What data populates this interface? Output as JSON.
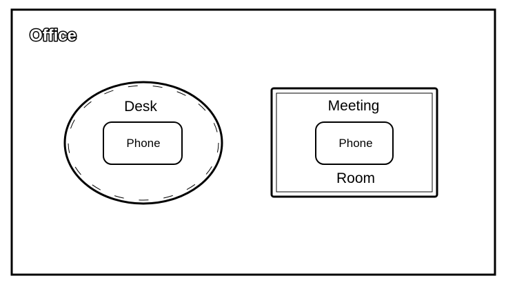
{
  "diagram": {
    "frame": {
      "title": "Office"
    },
    "desk": {
      "label": "Desk",
      "phone": "Phone"
    },
    "meeting_room": {
      "label_top": "Meeting",
      "label_bottom": "Room",
      "phone": "Phone"
    }
  },
  "colors": {
    "stroke": "#000000",
    "background": "#ffffff"
  }
}
